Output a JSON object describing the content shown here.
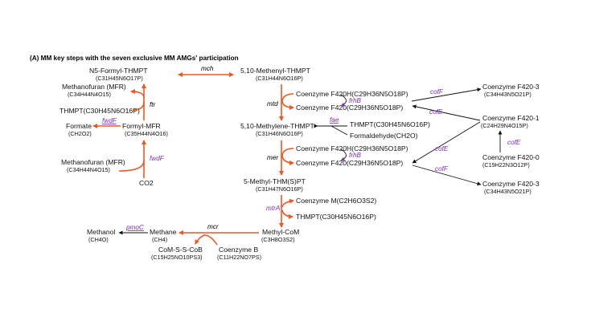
{
  "title": "(A) MM key steps with the seven exclusive MM AMGs' participation",
  "nodes": {
    "n5_formyl": {
      "name": "N5-Formyl-THMPT",
      "formula": "(C31H45N6O17P)"
    },
    "methenyl": {
      "name": "5,10-Methenyl-THMPT",
      "formula": "(C31H44N6O16P)"
    },
    "mfr1": {
      "name": "Methanofuran (MFR)",
      "formula": "(C34H44N4O15)"
    },
    "thmpt1": {
      "name": "THMPT(C30H45N6O16P)"
    },
    "formate": {
      "name": "Formate",
      "formula": "(CH2O2)"
    },
    "formyl_mfr": {
      "name": "Formyl-MFR",
      "formula": "(C35H44N4O16)"
    },
    "mfr2": {
      "name": "Methanofuran (MFR)",
      "formula": "(C34H44N4O15)"
    },
    "co2": {
      "name": "CO2"
    },
    "f420h_1": {
      "name": "Coenzyme F420H(C29H36N5O18P)"
    },
    "f420_1": {
      "name": "Coenzyme F420(C29H36N5O18P)"
    },
    "methylene": {
      "name": "5,10-Methylene-THMPT",
      "formula": "(C31H46N6O16P)"
    },
    "thmpt2": {
      "name": "THMPT(C30H45N6O16P)"
    },
    "formaldehyde": {
      "name": "Formaldehyde(CH2O)"
    },
    "f420h_2": {
      "name": "Coenzyme F420H(C29H36N5O18P)"
    },
    "f420_2": {
      "name": "Coenzyme F420(C29H36N5O18P)"
    },
    "methyl_thmpt": {
      "name": "5-Methyl-THM(S)PT",
      "formula": "(C31H47N6O16P)"
    },
    "com": {
      "name": "Coenzyme M(C2H6O3S2)"
    },
    "thmpt3": {
      "name": "THMPT(C30H45N6O16P)"
    },
    "methyl_com": {
      "name": "Methyl-CoM",
      "formula": "(C3H8O3S2)"
    },
    "methane": {
      "name": "Methane",
      "formula": "(CH4)"
    },
    "methanol": {
      "name": "Methanol",
      "formula": "(CH4O)"
    },
    "coms_scob": {
      "name": "CoM-S-S-CoB",
      "formula": "(C15H25NO10PS3)"
    },
    "cob": {
      "name": "Coenzyme B",
      "formula": "(C11H22NO7PS)"
    },
    "f420_3a": {
      "name": "Coenzyme F420-3",
      "formula": "(C34H43N5O21P)"
    },
    "f420_1r": {
      "name": "Coenzyme F420-1",
      "formula": "(C24H29N4O15P)"
    },
    "f420_0": {
      "name": "Coenzyme F420-0",
      "formula": "(C19H22N3O12P)"
    },
    "f420_3b": {
      "name": "Coenzyme F420-3",
      "formula": "(C34H43N5O21P)"
    }
  },
  "enzymes": {
    "mch": "mch",
    "ftr": "ftr",
    "mtd": "mtd",
    "mer": "mer",
    "mcr": "mcr",
    "fwdF_1": "fwdF",
    "fwdF_2": "fwdF",
    "frhB_1": "frhB",
    "frhB_2": "frhB",
    "fae": "fae",
    "mtrA": "mtrA",
    "pmoC": "pmoC",
    "cofF_1": "cofF",
    "cofE_1": "cofE",
    "cofE_2": "cofE",
    "cofE_3": "cofE",
    "cofF_2": "cofF"
  },
  "colors": {
    "arrow": "#f0561e",
    "gene": "#7a2cc0",
    "text": "#111111"
  }
}
